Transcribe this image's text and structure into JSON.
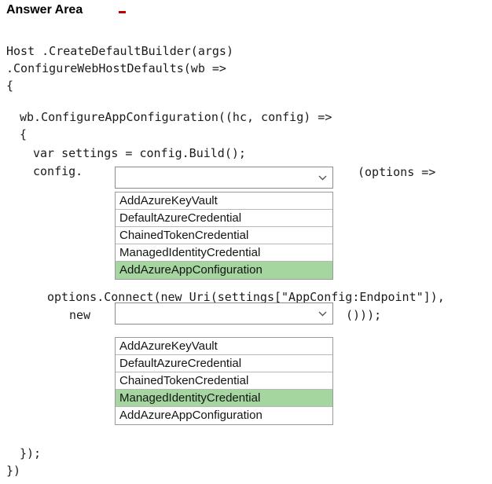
{
  "title": "Answer Area",
  "colors": {
    "highlight": "#a5d6a0",
    "select_border": "#8a8a8a",
    "list_border": "#9a9a9a",
    "red_mark": "#c00000"
  },
  "code": {
    "line1": "Host .CreateDefaultBuilder(args)",
    "line2": ".ConfigureWebHostDefaults(wb =>",
    "line3": "{",
    "line4": "wb.ConfigureAppConfiguration((hc, config) =>",
    "line5": "{",
    "line6": "var settings = config.Build();",
    "line7_prefix": "config.",
    "line7_suffix": "(options =>",
    "line8": "options.Connect(new Uri(settings[\"AppConfig:Endpoint\"]),",
    "line9_prefix": "new",
    "line9_suffix": "()));",
    "line10": "});",
    "line11": "})"
  },
  "dropdown1": {
    "value": "",
    "options": [
      "AddAzureKeyVault",
      "DefaultAzureCredential",
      "ChainedTokenCredential",
      "ManagedIdentityCredential",
      "AddAzureAppConfiguration"
    ],
    "selected_index": 4
  },
  "dropdown2": {
    "value": "",
    "options": [
      "AddAzureKeyVault",
      "DefaultAzureCredential",
      "ChainedTokenCredential",
      "ManagedIdentityCredential",
      "AddAzureAppConfiguration"
    ],
    "selected_index": 3
  }
}
